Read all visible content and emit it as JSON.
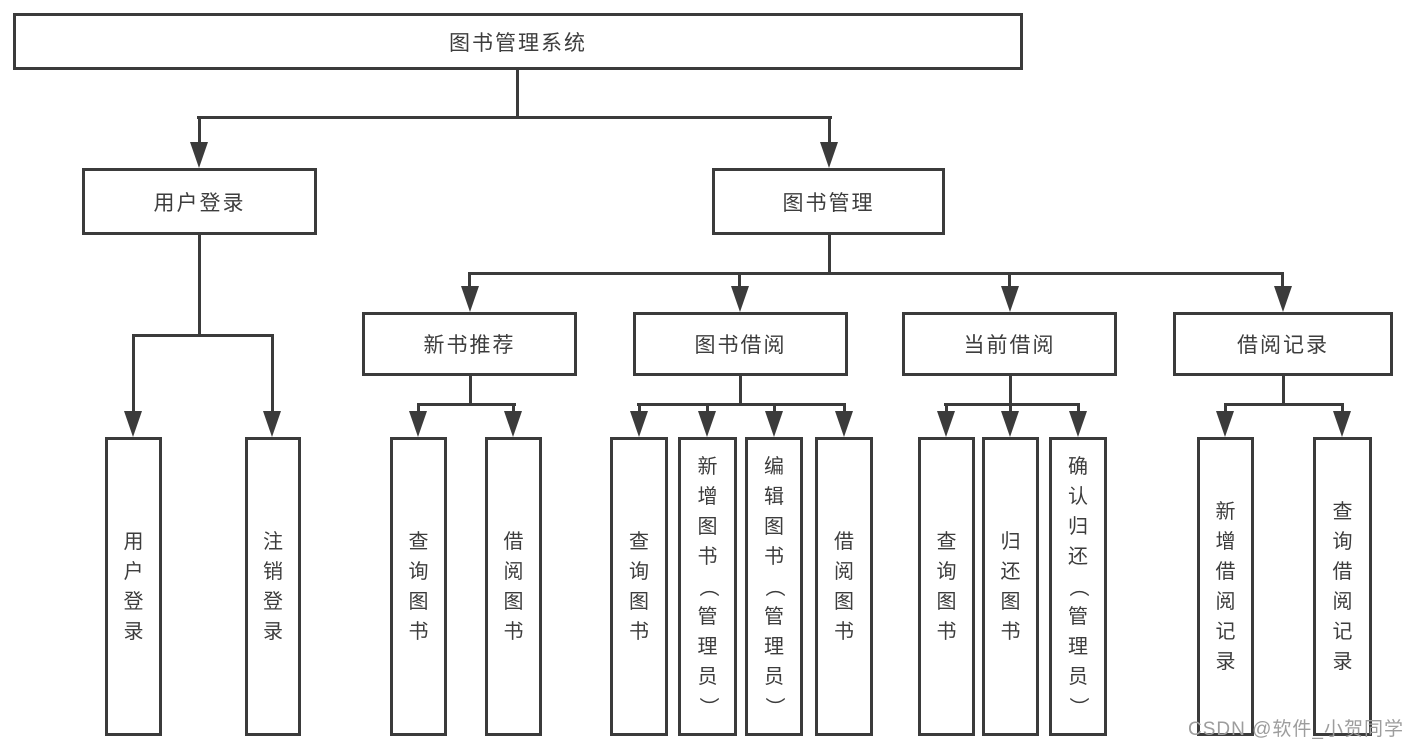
{
  "diagram": {
    "root": "图书管理系统",
    "level2": {
      "user_login": "用户登录",
      "book_management": "图书管理"
    },
    "level3": {
      "new_book": "新书推荐",
      "book_borrow": "图书借阅",
      "current_borrow": "当前借阅",
      "borrow_records": "借阅记录"
    },
    "leaves": {
      "user_login": [
        "用户登录",
        "注销登录"
      ],
      "new_book": [
        "查询图书",
        "借阅图书"
      ],
      "book_borrow": [
        "查询图书",
        "新增图书（管理员）",
        "编辑图书（管理员）",
        "借阅图书"
      ],
      "current_borrow": [
        "查询图书",
        "归还图书",
        "确认归还（管理员）"
      ],
      "borrow_records": [
        "新增借阅记录",
        "查询借阅记录"
      ]
    }
  },
  "watermark": "CSDN @软件_小贺同学",
  "colors": {
    "line": "#3b3b3b",
    "text": "#3d3d3d",
    "watermark": "#9d9d9d",
    "background": "#ffffff"
  }
}
